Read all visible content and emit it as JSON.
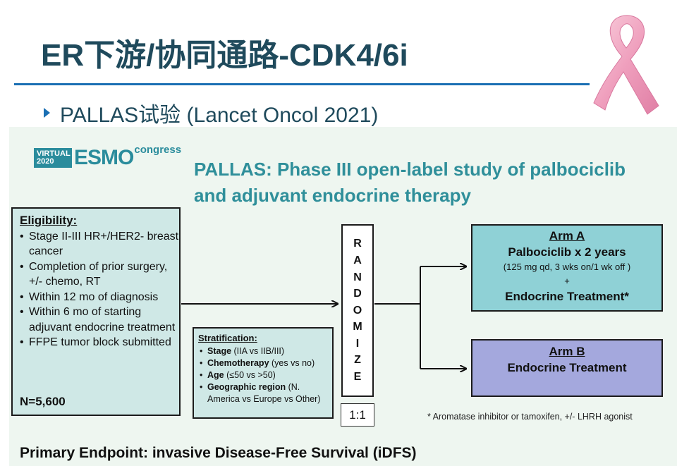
{
  "header": {
    "title": "ER下游/协同通路-CDK4/6i",
    "bullet": "PALLAS试验 (Lancet Oncol 2021)"
  },
  "slide": {
    "logo": {
      "virtual_line1": "VIRTUAL",
      "virtual_line2": "2020",
      "mark": "ESMO",
      "congress": "congress"
    },
    "title_line1": "PALLAS: Phase III open-label study of palbociclib",
    "title_line2": "and adjuvant endocrine therapy",
    "eligibility": {
      "heading": "Eligibility:",
      "items": [
        "Stage II-III HR+/HER2- breast cancer",
        "Completion of prior surgery, +/- chemo, RT",
        "Within 12 mo of diagnosis",
        "Within 6 mo of starting adjuvant endocrine treatment",
        "FFPE tumor block submitted"
      ],
      "n": "N=5,600"
    },
    "stratification": {
      "heading": "Stratification:",
      "items": [
        {
          "label": "Stage",
          "detail": " (IIA vs IIB/III)"
        },
        {
          "label": "Chemotherapy",
          "detail": " (yes vs no)"
        },
        {
          "label": "Age",
          "detail": " (≤50 vs >50)"
        },
        {
          "label": "Geographic region",
          "detail": " (N. America vs Europe vs Other)"
        }
      ]
    },
    "randomize_letters": [
      "R",
      "A",
      "N",
      "D",
      "O",
      "M",
      "I",
      "Z",
      "E"
    ],
    "ratio": "1:1",
    "arm_a": {
      "title": "Arm A",
      "line1": "Palbociclib x 2 years",
      "dose": "(125 mg qd, 3 wks on/1 wk off )",
      "plus": "+",
      "line2": "Endocrine Treatment*"
    },
    "arm_b": {
      "title": "Arm B",
      "line1": "Endocrine Treatment"
    },
    "footnote": "* Aromatase inhibitor or tamoxifen, +/- LHRH agonist",
    "endpoint": "Primary Endpoint: invasive Disease-Free Survival (iDFS)"
  },
  "colors": {
    "title": "#1f4a5c",
    "rule": "#1a6fb3",
    "slide_bg": "#eef6f0",
    "slide_title": "#2f8f9a",
    "box_teal": "#cfe8e6",
    "arm_a": "#8fd1d6",
    "arm_b": "#a4a8dd",
    "ribbon": "#f2a9c4"
  }
}
